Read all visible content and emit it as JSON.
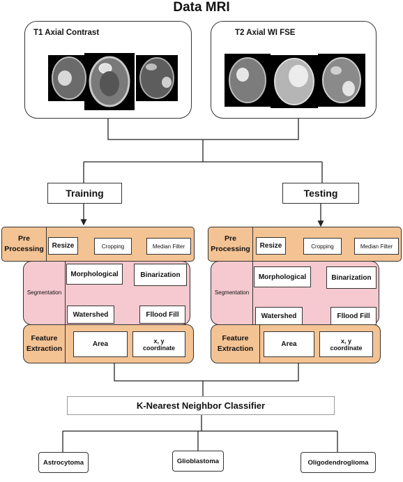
{
  "title": "Data MRI",
  "inputs": {
    "t1_label": "T1 Axial Contrast",
    "t2_label": "T2 Axial WI FSE"
  },
  "branches": [
    {
      "label": "Training",
      "preprocessing": {
        "label": "Pre Processing",
        "steps": [
          "Resize",
          "Cropping",
          "Median Filter"
        ]
      },
      "segmentation": {
        "label": "Segmentation",
        "steps": [
          "Morphological",
          "Binarization",
          "Fllood Fill",
          "Watershed"
        ]
      },
      "feature_extraction": {
        "label": "Feature Extraction",
        "features": [
          "Area",
          "x, y coordinate"
        ]
      }
    },
    {
      "label": "Testing",
      "preprocessing": {
        "label": "Pre Processing",
        "steps": [
          "Resize",
          "Cropping",
          "Median Filter"
        ]
      },
      "segmentation": {
        "label": "Segmentation",
        "steps": [
          "Morphological",
          "Binarization",
          "Fllood Fill",
          "Watershed"
        ]
      },
      "feature_extraction": {
        "label": "Feature Extraction",
        "features": [
          "Area",
          "x, y coordinate"
        ]
      }
    }
  ],
  "classifier": "K-Nearest Neighbor Classifier",
  "outputs": [
    "Astrocytoma",
    "Glioblastoma",
    "Oligodendroglioma"
  ]
}
